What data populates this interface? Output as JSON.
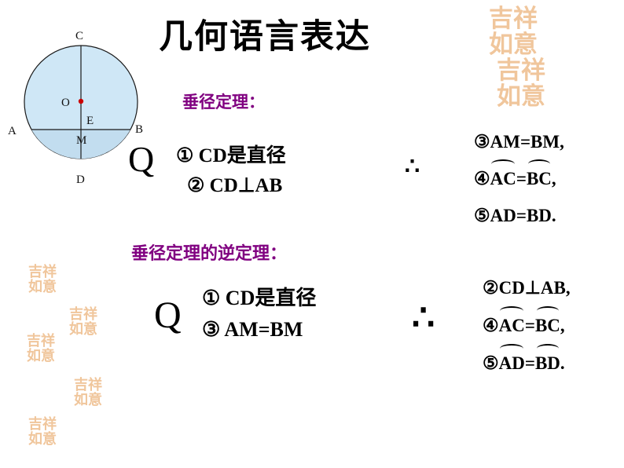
{
  "title": "几何语言表达",
  "colors": {
    "heading": "#800080",
    "diagram_fill": "#cfe7f6",
    "diagram_fill_lower": "#c2ddef",
    "center_dot": "#cc0000",
    "seal": "#f0c69c"
  },
  "diagram": {
    "label_c": "C",
    "label_d": "D",
    "label_a": "A",
    "label_b": "B",
    "label_o": "O",
    "label_e": "E",
    "label_m": "M"
  },
  "section1": {
    "heading": "垂径定理：",
    "because_symbol": "Q",
    "premises": [
      "① CD是直径",
      "② CD⊥AB"
    ],
    "therefore_symbol": "∴",
    "conclusions": [
      [
        {
          "text": "③AM=BM,",
          "arc": false
        }
      ],
      [
        {
          "text": "④",
          "arc": false
        },
        {
          "text": "AC",
          "arc": true
        },
        {
          "text": "=",
          "arc": false
        },
        {
          "text": "BC",
          "arc": true
        },
        {
          "text": ",",
          "arc": false
        }
      ],
      [
        {
          "text": "⑤AD=BD.",
          "arc": false
        }
      ]
    ]
  },
  "section2": {
    "heading": "垂径定理的逆定理：",
    "because_symbol": "Q",
    "premises": [
      "① CD是直径",
      "③ AM=BM"
    ],
    "therefore_symbol": "∴",
    "conclusions": [
      [
        {
          "text": "②CD⊥AB,",
          "arc": false
        }
      ],
      [
        {
          "text": "④",
          "arc": false
        },
        {
          "text": "AC",
          "arc": true
        },
        {
          "text": "=",
          "arc": false
        },
        {
          "text": "BC",
          "arc": true
        },
        {
          "text": ",",
          "arc": false
        }
      ],
      [
        {
          "text": "⑤",
          "arc": false
        },
        {
          "text": "AD",
          "arc": true
        },
        {
          "text": "=",
          "arc": false
        },
        {
          "text": "BD",
          "arc": true
        },
        {
          "text": ".",
          "arc": false
        }
      ]
    ]
  },
  "decor": {
    "seal_text": "吉祥如意"
  }
}
